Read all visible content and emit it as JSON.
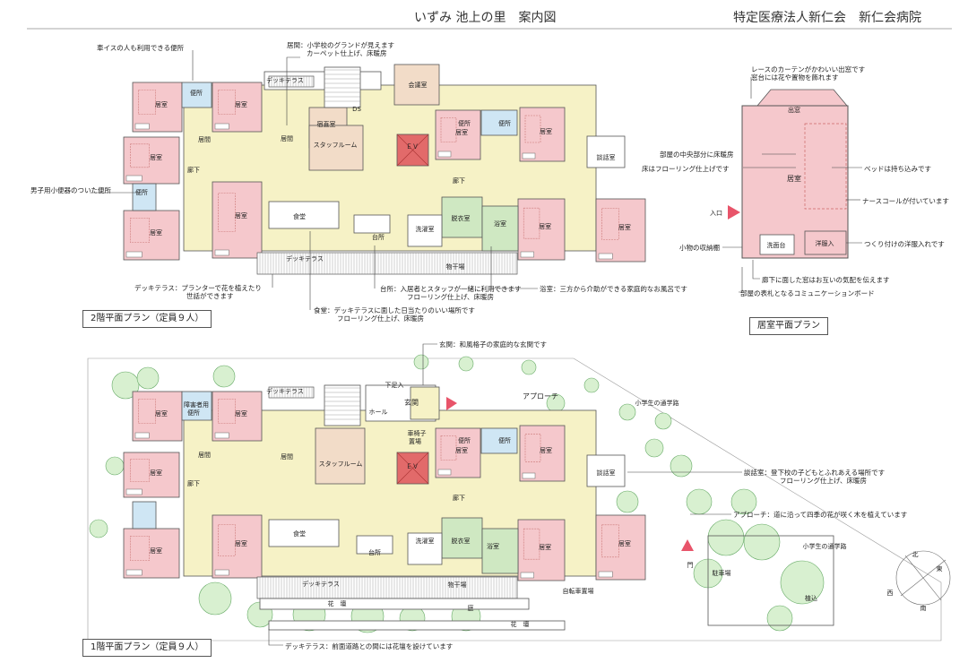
{
  "header": {
    "title": "いずみ 池上の里　案内図",
    "org": "特定医療法人新仁会　新仁会病院"
  },
  "plans": {
    "floor2_title": "2階平面プラン（定員９人）",
    "floor1_title": "1階平面プラン（定員９人）",
    "room_title": "居室平面プラン"
  },
  "annotations": {
    "wheelchair_toilet": "車イスの人も利用できる便所",
    "living2_a": "居間：小学校のグランドが見えます",
    "living2_b": "カーペット仕上げ、床暖房",
    "urinal_toilet": "男子用小便器のついた便所",
    "deck2_a": "デッキテラス：プランターで花を植えたり",
    "deck2_b": "世話ができます",
    "kitchen_a": "台所：入居者とスタッフが一緒に利用できます",
    "kitchen_b": "フローリング仕上げ、床暖房",
    "bath": "浴室：三方から介助ができる家庭的なお風呂です",
    "dining_a": "食堂：デッキテラスに面した日当たりのいい場所です",
    "dining_b": "フローリング仕上げ、床暖房",
    "entrance": "玄関：和風格子の家庭的な玄関です",
    "talk_a": "談話室：登下校の子どもとふれあえる場所です",
    "talk_b": "フローリング仕上げ、床暖房",
    "approach": "アプローチ：道に沿って四季の花が咲く木を植えています",
    "deck1": "デッキテラス：前面道路との間には花壇を設けています"
  },
  "room_notes": {
    "curtain_a": "レースのカーテンがかわいい出窓です",
    "curtain_b": "窓台には花や置物を飾れます",
    "floor_heat": "部屋の中央部分に床暖房",
    "flooring": "床はフローリング仕上げです",
    "bed": "ベッドは持ち込みです",
    "nurse_call": "ナースコールが付いています",
    "closet": "つくり付けの洋服入れです",
    "storage": "小物の収納棚",
    "window": "廊下に面した窓はお互いの気配を伝えます",
    "board": "部屋の表札となるコミュニケーションボード"
  },
  "rooms": {
    "kyoshitsu": "居室",
    "benjo": "便所",
    "kyoma": "居間",
    "rouka": "廊下",
    "shokudo": "食堂",
    "daidokoro": "台所",
    "dakkoshitsu": "脱衣室",
    "yokushitsu": "浴室",
    "sentakushitsu": "洗濯室",
    "danwashitsu": "談話室",
    "ev": "ＥＶ",
    "staff_room": "スタッフルーム",
    "shukuchoku": "宿直室",
    "kaigi": "会議室",
    "deck": "デッキテラス",
    "monohoshi": "物干場",
    "genkan": "玄関",
    "hall": "ホール",
    "shimoashiire": "下足入",
    "kurumaisu": "車椅子",
    "okiba": "置場",
    "shogaisha": "障害者用",
    "ds": "DS",
    "approach": "アプローチ",
    "tsugakuro": "小学生の通学路",
    "chushajo": "駐車場",
    "mon": "門",
    "jitensha": "自転車置場",
    "niwa": "庭",
    "kadan": "花　壇",
    "uekomi": "植込",
    "demado": "出窓",
    "iriguchi": "入口",
    "senmendai": "洗面台",
    "yofukuire": "洋服入",
    "kita": "北",
    "higashi": "東",
    "nishi": "西",
    "minami": "南"
  },
  "colors": {
    "bedroom": "#f5c8cc",
    "corridor": "#f6f2c6",
    "bath": "#cfe8c2",
    "staff": "#f2dcc8",
    "ev": "#e26a6a",
    "wc": "#cfe6f4",
    "tree": "#d8f0d0",
    "arrow": "#e8546a"
  }
}
